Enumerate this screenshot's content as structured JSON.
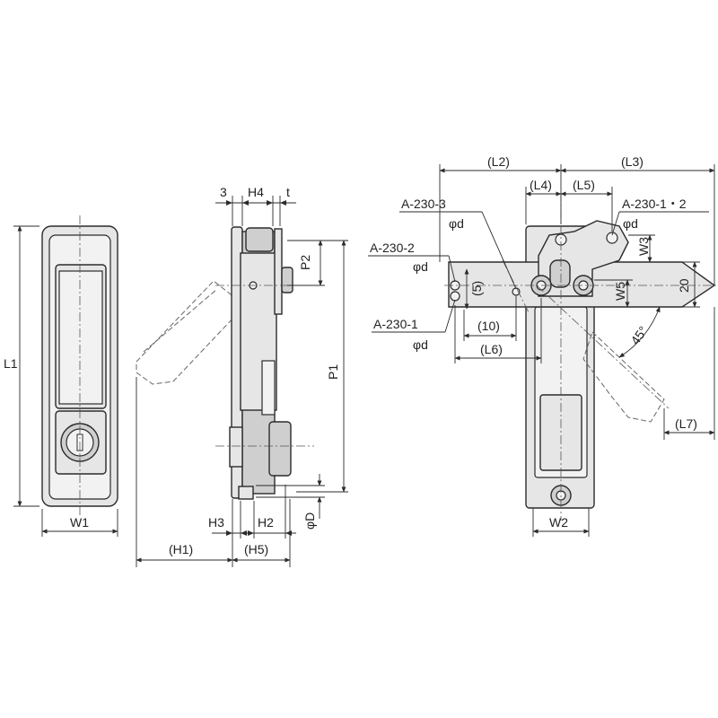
{
  "labels": {
    "L1": "L1",
    "W1": "W1",
    "three": "3",
    "H4": "H4",
    "t": "t",
    "P2": "P2",
    "P1": "P1",
    "H3": "H3",
    "H2": "H2",
    "H1": "(H1)",
    "H5": "(H5)",
    "phiD": "φD",
    "L2": "(L2)",
    "L3": "(L3)",
    "L4": "(L4)",
    "L5": "(L5)",
    "A2303": "A-230-3",
    "A2301_2": "A-230-1・2",
    "A2302": "A-230-2",
    "A2301": "A-230-1",
    "phid": "φd",
    "W3": "W3",
    "twenty": "20",
    "five": "(5)",
    "W5": "W5",
    "ten": "(10)",
    "L6": "(L6)",
    "angle": "45°",
    "L7": "(L7)",
    "W2": "W2"
  }
}
